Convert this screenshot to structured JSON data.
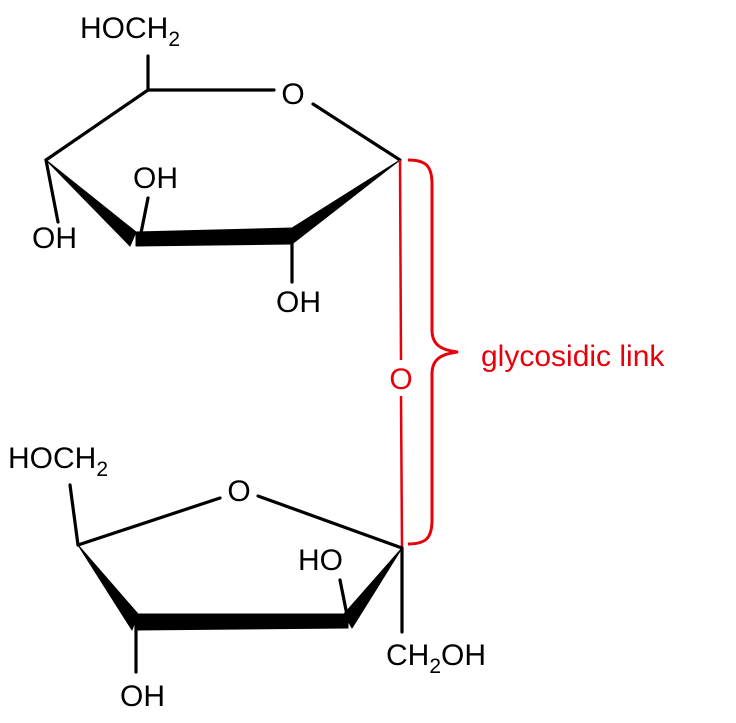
{
  "colors": {
    "bonds": "#000000",
    "highlight": "#e8000b",
    "background": "#ffffff"
  },
  "glucose": {
    "ch2oh": {
      "main": "HOCH",
      "sub": "2"
    },
    "ring_oxygen": "O",
    "oh_left": "OH",
    "oh_middle": "OH",
    "oh_bottom": "OH"
  },
  "fructose": {
    "ch2oh_top": {
      "main": "HOCH",
      "sub": "2"
    },
    "ring_oxygen": "O",
    "oh_ring": "HO",
    "oh_bottom": "OH",
    "ch2oh_bottom": {
      "pre": "CH",
      "sub": "2",
      "post": "OH"
    }
  },
  "link": {
    "bridge_oxygen": "O",
    "label": "glycosidic link"
  }
}
